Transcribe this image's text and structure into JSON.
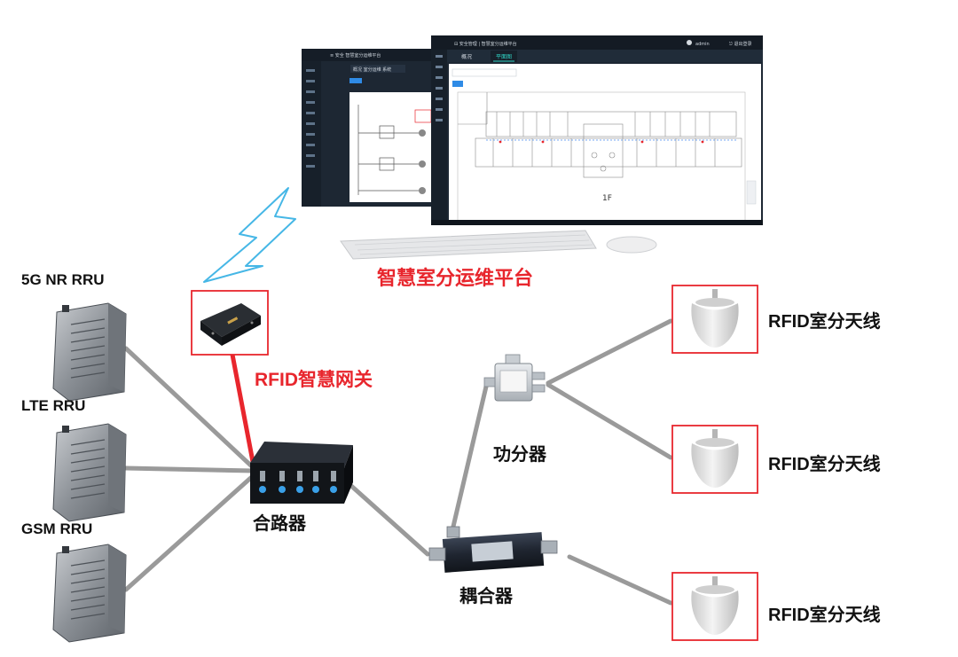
{
  "labels": {
    "platform": "智慧室分运维平台",
    "gateway": "RFID智慧网关",
    "rru_5g": "5G NR RRU",
    "rru_lte": "LTE RRU",
    "rru_gsm": "GSM RRU",
    "combiner": "合路器",
    "splitter": "功分器",
    "coupler": "耦合器",
    "antennas": [
      "RFID室分天线",
      "RFID室分天线",
      "RFID室分天线"
    ]
  },
  "screen_front": {
    "tabs": [
      "概况",
      "平面图"
    ],
    "floor_label": "1F"
  },
  "colors": {
    "highlight_red": "#e8262d",
    "link_gray": "#9a9a9a",
    "wireless_blue": "#46b7e6",
    "screen_dark": "#1d2733"
  }
}
